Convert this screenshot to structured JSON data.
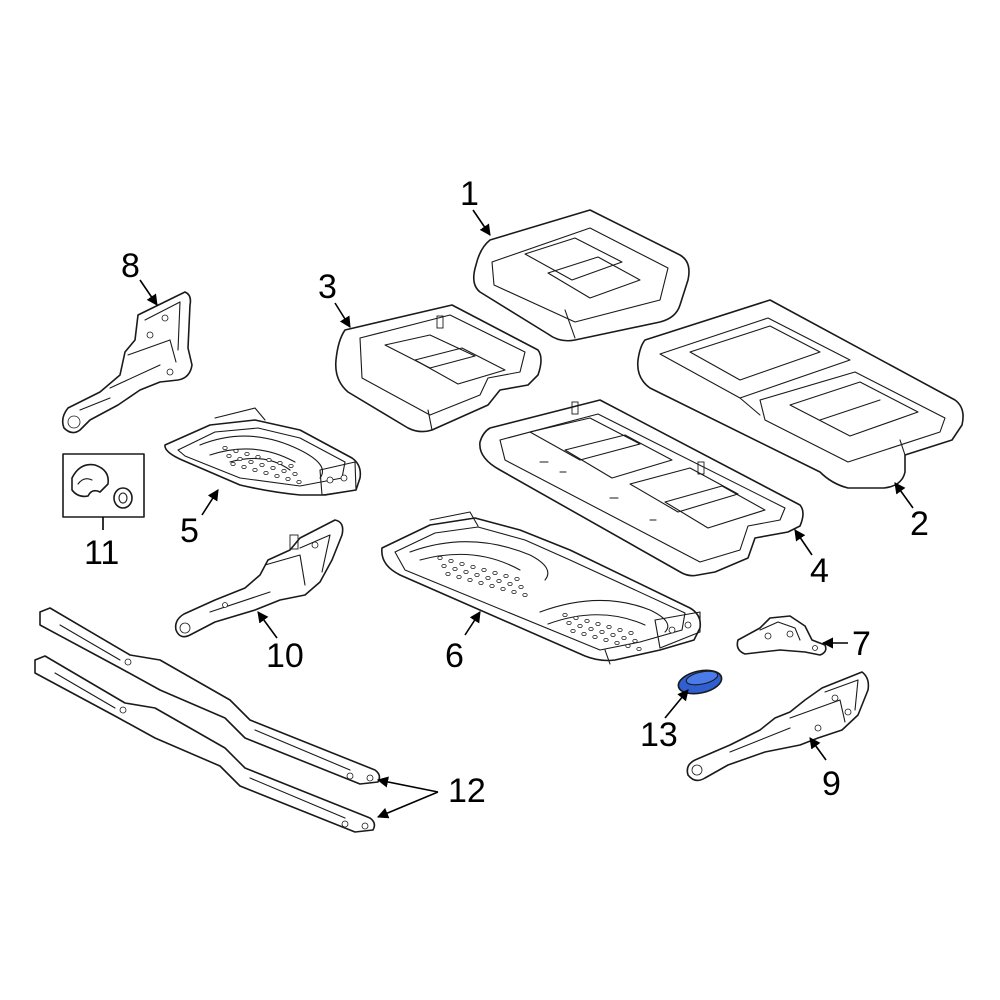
{
  "callouts": {
    "c1": "1",
    "c2": "2",
    "c3": "3",
    "c4": "4",
    "c5": "5",
    "c6": "6",
    "c7": "7",
    "c8": "8",
    "c9": "9",
    "c10": "10",
    "c11": "11",
    "c12": "12",
    "c13": "13"
  },
  "colors": {
    "highlight_part": "#2f5fd0",
    "line": "#1a1a1a",
    "background": "#ffffff"
  },
  "highlighted_callout": "13"
}
